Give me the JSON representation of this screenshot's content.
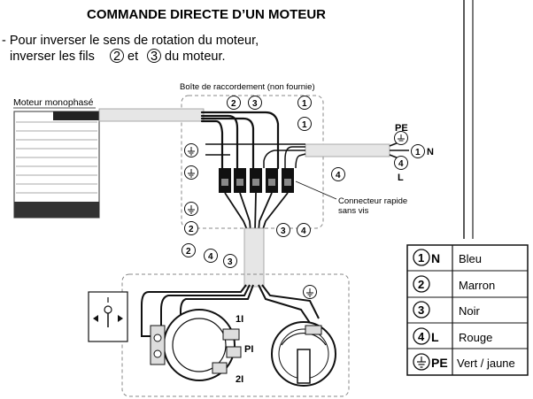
{
  "header": {
    "title": "COMMANDE DIRECTE D’UN MOTEUR",
    "line1_a": "- Pour inverser le sens de rotation du moteur,",
    "line2_a": "inverser les fils",
    "line2_n1": "2",
    "line2_b": "et",
    "line2_n2": "3",
    "line2_c": "du moteur."
  },
  "labels": {
    "box": "Boîte de raccordement (non fournie)",
    "motor": "Moteur monophasé",
    "connector_line1": "Connecteur rapide",
    "connector_line2": "sans vis",
    "pe": "PE",
    "n": "N",
    "l": "L",
    "switch_1": "1I",
    "switch_pi": "PI",
    "switch_2": "2I"
  },
  "legend": [
    {
      "num": "1",
      "letter": "N",
      "name": "Bleu",
      "color": "#1f4fbf"
    },
    {
      "num": "2",
      "letter": "",
      "name": "Marron",
      "color": "#7a4a1e"
    },
    {
      "num": "3",
      "letter": "",
      "name": "Noir",
      "color": "#000000"
    },
    {
      "num": "4",
      "letter": "L",
      "name": "Rouge",
      "color": "#c0392b"
    },
    {
      "num": "⏚",
      "letter": "PE",
      "name": "Vert / jaune",
      "color": "#6aa84f"
    }
  ]
}
